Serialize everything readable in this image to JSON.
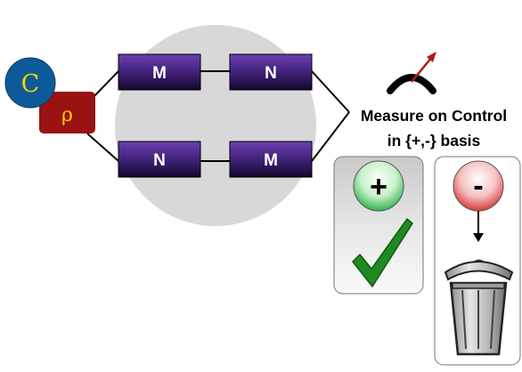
{
  "control_label": "C",
  "state_label": "ρ",
  "top_branch": {
    "first_gate": "M",
    "second_gate": "N"
  },
  "bottom_branch": {
    "first_gate": "N",
    "second_gate": "M"
  },
  "measurement": {
    "line1": "Measure on Control",
    "line2": "in {+,-} basis"
  },
  "plus_outcome": {
    "symbol": "+",
    "result_icon": "checkmark-icon"
  },
  "minus_outcome": {
    "symbol": "-",
    "result_icon": "trash-can-icon"
  },
  "colors": {
    "control_circle": "#0d5a9a",
    "control_text": "#f5d300",
    "state_box": "#9a1212",
    "gate_box": "#3a1f6e",
    "big_circle": "#d7d7d7",
    "check_green": "#1f8a1f",
    "plus_green": "#27b04a",
    "minus_red": "#d63b3b"
  }
}
